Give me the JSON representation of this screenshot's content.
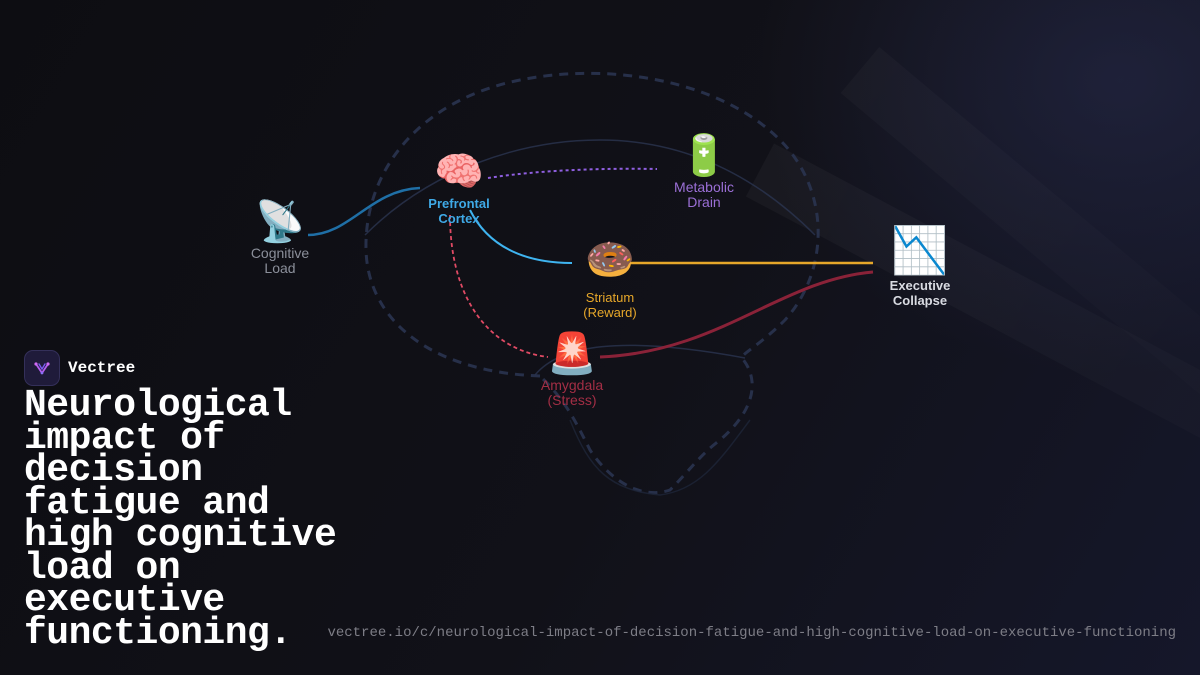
{
  "brand": {
    "name": "Vectree",
    "logo_icon": "neural-sparkle-icon"
  },
  "headline": "Neurological impact of decision fatigue and high cognitive load on executive functioning.",
  "url": "vectree.io/c/neurological-impact-of-decision-fatigue-and-high-cognitive-load-on-executive-functioning",
  "nodes": {
    "cognitive_load": {
      "emoji": "📡",
      "icon": "satellite-dish-icon",
      "line1": "Cognitive",
      "line2": "Load",
      "color": "#8b8f9a"
    },
    "prefrontal_cortex": {
      "emoji": "🧠",
      "icon": "brain-icon",
      "line1": "Prefrontal",
      "line2": "Cortex",
      "color": "#3fa9e6"
    },
    "metabolic_drain": {
      "emoji": "🔋",
      "icon": "battery-icon",
      "line1": "Metabolic",
      "line2": "Drain",
      "color": "#9b6fd6"
    },
    "striatum": {
      "emoji": "🍩",
      "icon": "donut-icon",
      "line1": "Striatum",
      "line2": "(Reward)",
      "color": "#e6a72a"
    },
    "amygdala": {
      "emoji": "🚨",
      "icon": "siren-icon",
      "line1": "Amygdala",
      "line2": "(Stress)",
      "color": "#a32e45"
    },
    "executive_collapse": {
      "emoji": "📉",
      "icon": "chart-decreasing-icon",
      "line1": "Executive",
      "line2": "Collapse",
      "color": "#d9dbe2"
    }
  },
  "colors": {
    "background": "#0e0e13",
    "brain_outline": "#2a3450",
    "load_link": "#1f6fa6",
    "cortex_striatum_link": "#3fb4f0",
    "metabolic_link": "#8f5fe0",
    "stress_link": "#e04a64",
    "reward_link": "#e6a72a",
    "collapse_link": "#8a2238"
  }
}
